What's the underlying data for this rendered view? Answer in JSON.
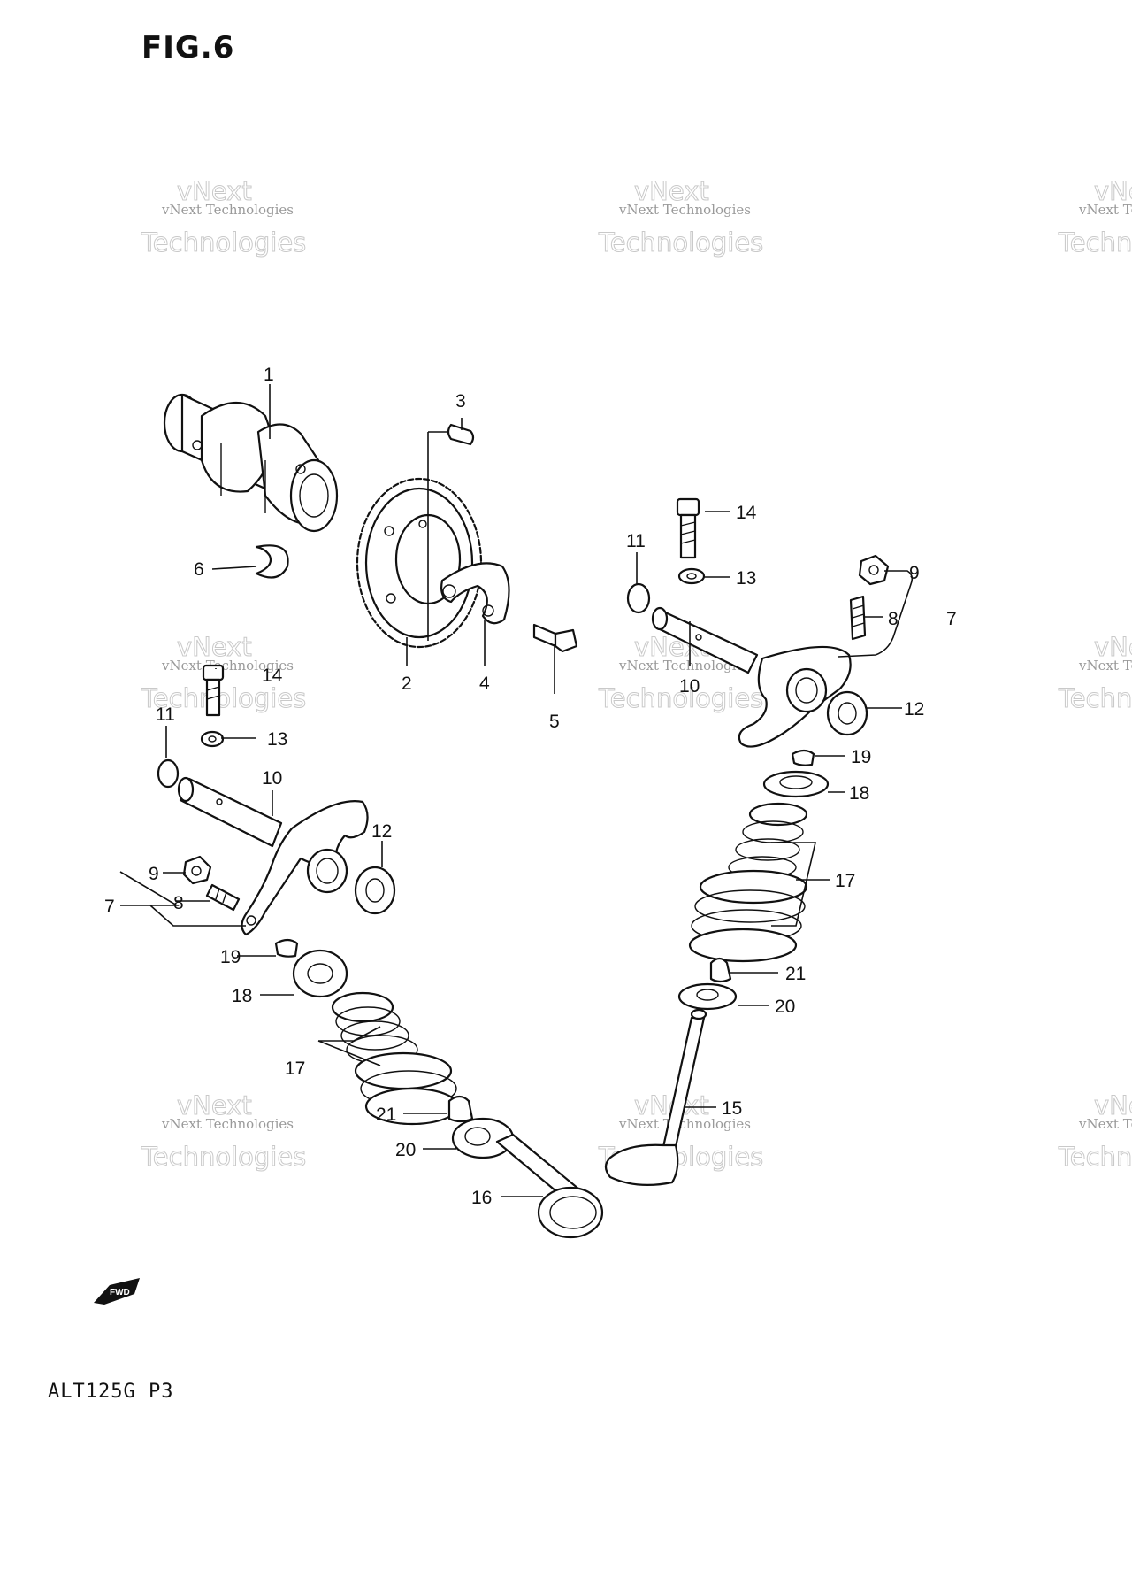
{
  "figure_title": "FIG.6",
  "model_code": "ALT125G  P3",
  "fwd_badge": "FWD",
  "watermark": {
    "small": "vNext Technologies",
    "big_top": "vNext",
    "big_bottom": "Technologies"
  },
  "callouts": {
    "c1": "1",
    "c2": "2",
    "c3": "3",
    "c4": "4",
    "c5": "5",
    "c6": "6",
    "c7r": "7",
    "c7l": "7",
    "c8r": "8",
    "c8l": "8",
    "c9r": "9",
    "c9l": "9",
    "c10r": "10",
    "c10l": "10",
    "c11r": "11",
    "c11l": "11",
    "c12r": "12",
    "c12l": "12",
    "c13r": "13",
    "c13l": "13",
    "c14r": "14",
    "c14l": "14",
    "c15": "15",
    "c16": "16",
    "c17r": "17",
    "c17l": "17",
    "c18r": "18",
    "c18l": "18",
    "c19r": "19",
    "c19l": "19",
    "c20r": "20",
    "c20l": "20",
    "c21r": "21",
    "c21l": "21"
  }
}
